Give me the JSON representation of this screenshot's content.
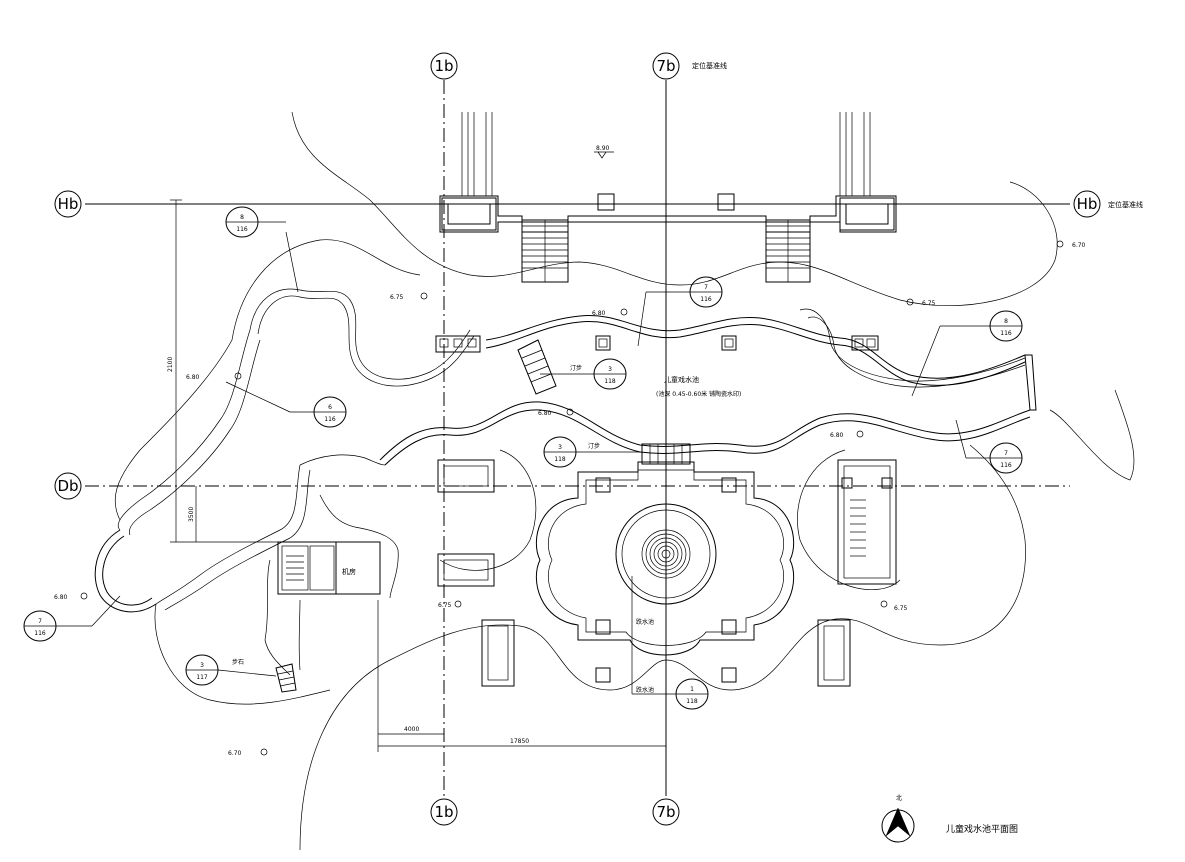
{
  "axes": {
    "col_1b": "1b",
    "col_7b": "7b",
    "row_hb": "Hb",
    "row_db": "Db",
    "datum_top": "定位基准线",
    "datum_right": "定位基准线"
  },
  "levels": {
    "l890": "8.90",
    "l670_right": "6.70",
    "l675_left": "6.75",
    "l680_mid": "6.80",
    "l675_right": "6.75",
    "l680_left": "6.80",
    "l680_center": "6.80",
    "l680_right": "6.80",
    "l680_sw": "6.80",
    "l675_bottom": "6.75",
    "l675_se": "6.75",
    "l670_sw": "6.70"
  },
  "pool": {
    "name": "儿童戏水池",
    "depth_note": "(池深 0.45-0.60米 铺陶瓷水印)",
    "jump_pool": "跌水池",
    "jump_pool2": "跌水池"
  },
  "labels": {
    "ting_bu_1": "汀步",
    "ting_bu_2": "汀步",
    "bu_shi": "步石",
    "machine_room": "机房"
  },
  "dims": {
    "d2100": "2100",
    "d3500": "3500",
    "d4000": "4000",
    "d17850": "17850"
  },
  "refs": [
    {
      "top": "8",
      "bottom": "116"
    },
    {
      "top": "7",
      "bottom": "116"
    },
    {
      "top": "8",
      "bottom": "116"
    },
    {
      "top": "6",
      "bottom": "116"
    },
    {
      "top": "3",
      "bottom": "118"
    },
    {
      "top": "3",
      "bottom": "118"
    },
    {
      "top": "7",
      "bottom": "116"
    },
    {
      "top": "7",
      "bottom": "116"
    },
    {
      "top": "3",
      "bottom": "117"
    },
    {
      "top": "1",
      "bottom": "118"
    }
  ],
  "north": "北",
  "drawing_title": "儿童戏水池平面图"
}
